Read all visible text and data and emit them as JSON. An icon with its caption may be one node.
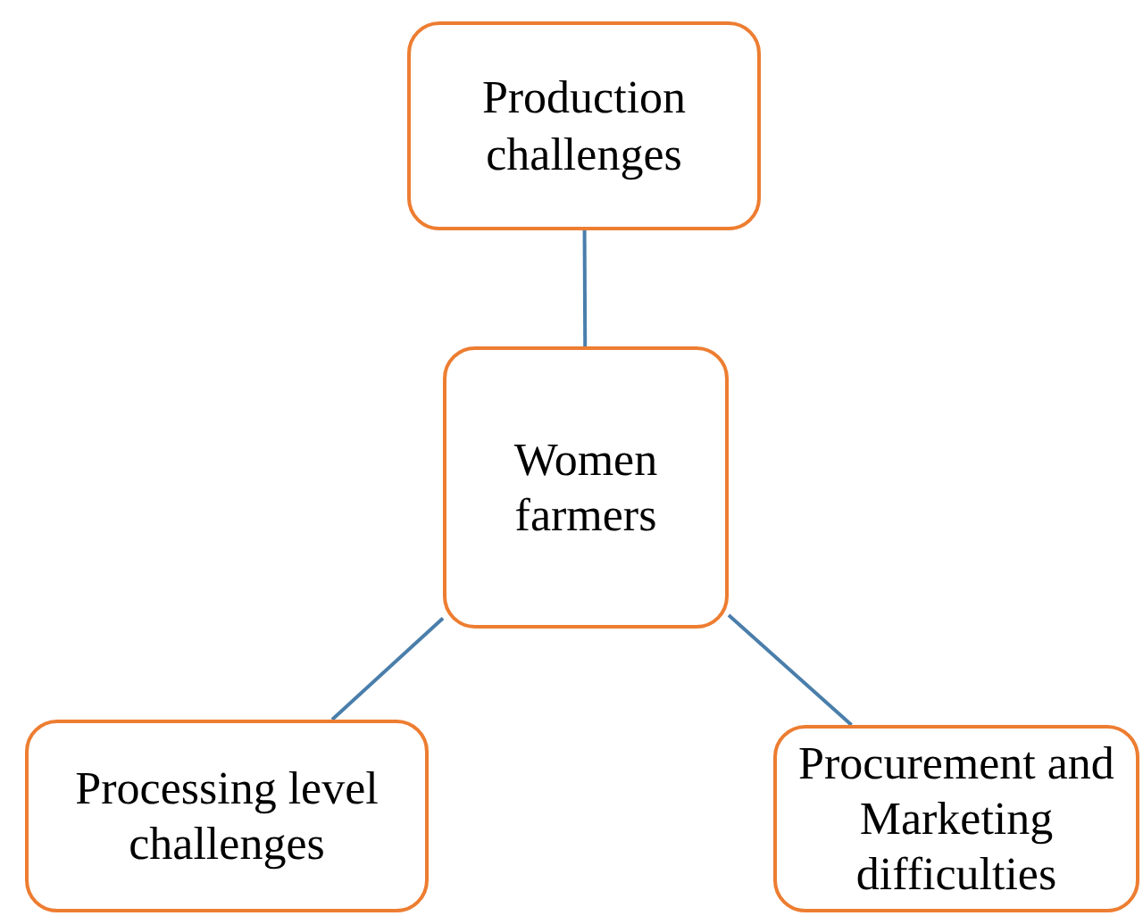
{
  "diagram": {
    "nodes": [
      {
        "text": [
          "Production challenges"
        ]
      },
      {
        "text": [
          "Women farmers"
        ]
      },
      {
        "text": [
          "Processing level challenges"
        ]
      },
      {
        "text": [
          "Procurement and Marketing difficulties"
        ]
      }
    ],
    "edges": [
      {
        "from": 0,
        "to": 1,
        "arrow": "none"
      },
      {
        "from": 1,
        "to": 2,
        "arrow": "none"
      },
      {
        "from": 1,
        "to": 3,
        "arrow": "none"
      }
    ]
  }
}
